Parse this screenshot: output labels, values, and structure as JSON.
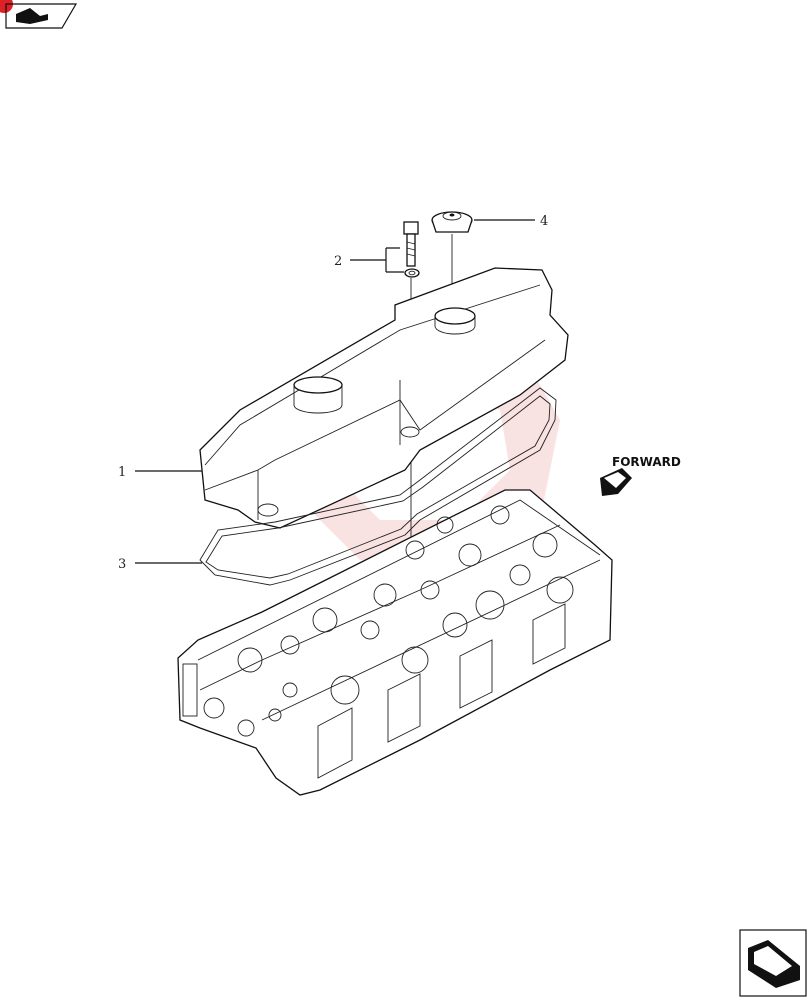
{
  "callouts": [
    {
      "number": "1",
      "part": "valve-cover"
    },
    {
      "number": "2",
      "part": "bolt-and-washer"
    },
    {
      "number": "3",
      "part": "cover-gasket"
    },
    {
      "number": "4",
      "part": "oil-filler-cap"
    }
  ],
  "forward_label": "FORWARD",
  "icons": {
    "top_left_nav": "previous-page-arrow-icon",
    "bottom_right_nav": "next-page-arrow-icon",
    "forward_arrow": "forward-direction-arrow-icon"
  },
  "colors": {
    "line": "#111111",
    "watermark": "#e9a4a4",
    "badge": "#e02027"
  }
}
